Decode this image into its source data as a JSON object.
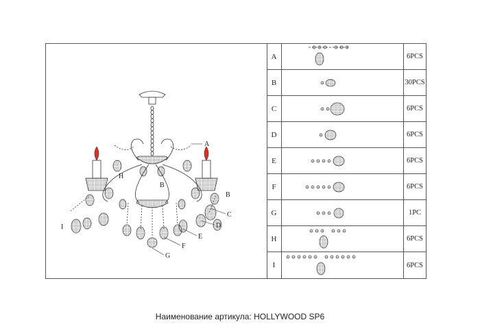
{
  "drawing": {
    "callouts": [
      "A",
      "B",
      "H",
      "B",
      "C",
      "D",
      "E",
      "F",
      "G",
      "I"
    ]
  },
  "parts": [
    {
      "letter": "A",
      "qty": "6PCS",
      "icon": "bead-chain-with-drop"
    },
    {
      "letter": "B",
      "qty": "30PCS",
      "icon": "small-octagon-crystal"
    },
    {
      "letter": "C",
      "qty": "6PCS",
      "icon": "large-oval-crystal"
    },
    {
      "letter": "D",
      "qty": "6PCS",
      "icon": "medium-oval-crystal"
    },
    {
      "letter": "E",
      "qty": "6PCS",
      "icon": "beads-with-oval-crystal"
    },
    {
      "letter": "F",
      "qty": "6PCS",
      "icon": "long-beads-with-oval-crystal"
    },
    {
      "letter": "G",
      "qty": "1PC",
      "icon": "round-ball-crystal"
    },
    {
      "letter": "H",
      "qty": "6PCS",
      "icon": "bead-chain-with-drop"
    },
    {
      "letter": "I",
      "qty": "6PCS",
      "icon": "long-bead-chain-with-drop"
    }
  ],
  "caption": "Наименование артикула: HOLLYWOOD SP6",
  "colors": {
    "line": "#333333",
    "flame": "#e03020",
    "crystal-pink": "#c04060"
  }
}
